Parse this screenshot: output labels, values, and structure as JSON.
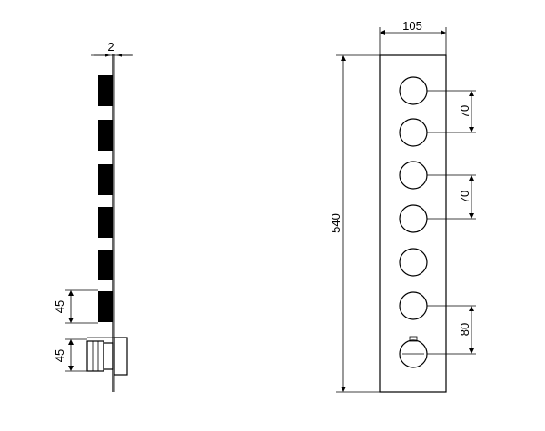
{
  "dimensions": {
    "wall_thickness": "2",
    "handle_depth": "45",
    "valve_depth": "45",
    "plate_width": "105",
    "plate_height": "540",
    "spacing_upper": "70",
    "spacing_middle": "70",
    "spacing_lower": "80"
  },
  "colors": {
    "line": "#000000",
    "background": "#ffffff"
  }
}
